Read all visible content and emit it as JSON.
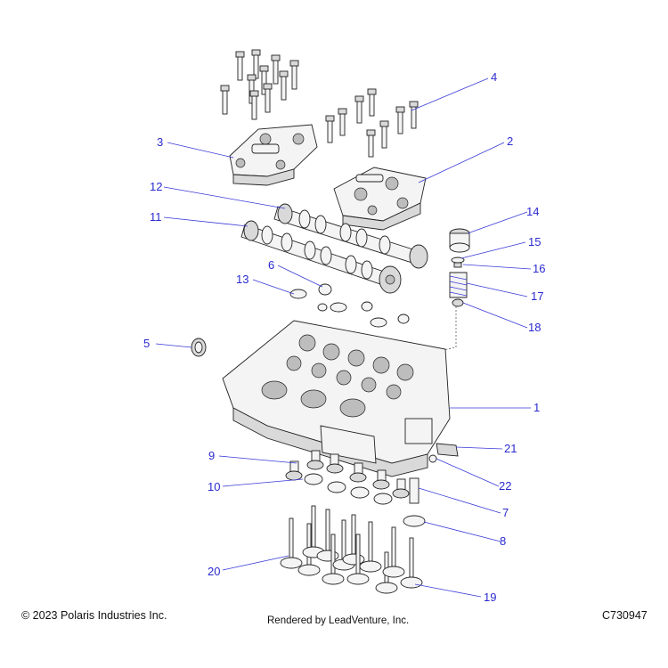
{
  "callouts": [
    {
      "id": "1",
      "label": "1"
    },
    {
      "id": "2",
      "label": "2"
    },
    {
      "id": "3",
      "label": "3"
    },
    {
      "id": "4",
      "label": "4"
    },
    {
      "id": "5",
      "label": "5"
    },
    {
      "id": "6",
      "label": "6"
    },
    {
      "id": "7",
      "label": "7"
    },
    {
      "id": "8",
      "label": "8"
    },
    {
      "id": "9",
      "label": "9"
    },
    {
      "id": "10",
      "label": "10"
    },
    {
      "id": "11",
      "label": "11"
    },
    {
      "id": "12",
      "label": "12"
    },
    {
      "id": "13",
      "label": "13"
    },
    {
      "id": "14",
      "label": "14"
    },
    {
      "id": "15",
      "label": "15"
    },
    {
      "id": "16",
      "label": "16"
    },
    {
      "id": "17",
      "label": "17"
    },
    {
      "id": "18",
      "label": "18"
    },
    {
      "id": "19",
      "label": "19"
    },
    {
      "id": "20",
      "label": "20"
    },
    {
      "id": "21",
      "label": "21"
    },
    {
      "id": "22",
      "label": "22"
    }
  ],
  "footer": {
    "copyright": "© 2023 Polaris Industries Inc.",
    "rendered_by": "Rendered by LeadVenture, Inc.",
    "diagram_code": "C730947"
  },
  "colors": {
    "callout": "#2a2ad0",
    "line": "#222222",
    "background": "#ffffff"
  }
}
